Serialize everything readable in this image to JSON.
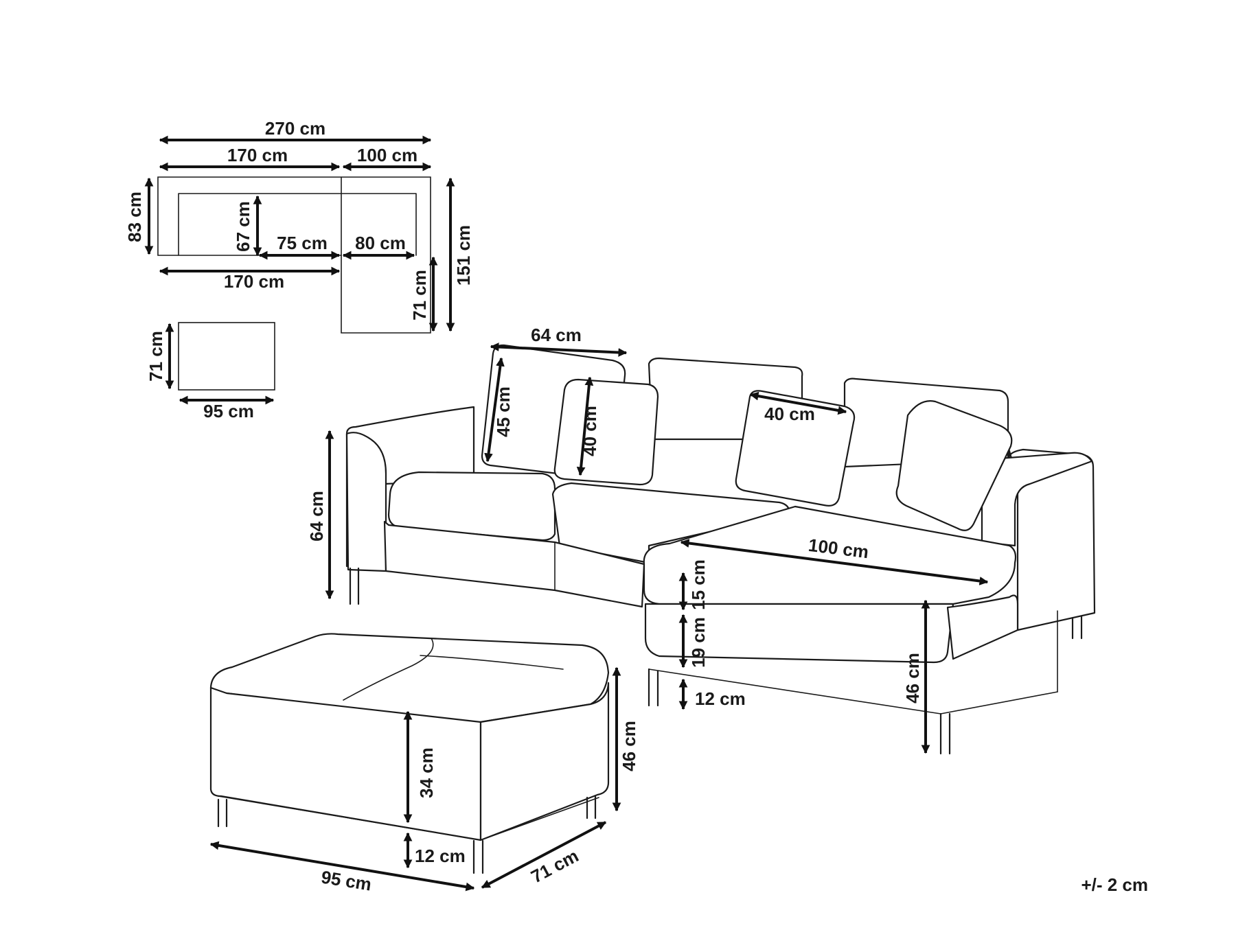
{
  "plan": {
    "total_width": "270 cm",
    "sofa_width": "170 cm",
    "chaise_width": "100 cm",
    "sofa_depth": "83 cm",
    "seat_depth": "67 cm",
    "seat_width_left": "75 cm",
    "seat_width_right": "80 cm",
    "sofa_width_front": "170 cm",
    "total_depth": "151 cm",
    "chaise_extension": "71 cm"
  },
  "ottoman_plan": {
    "depth": "71 cm",
    "width": "95 cm"
  },
  "sofa": {
    "cushion_width": "64 cm",
    "cushion_height": "45 cm",
    "small_cushion_height": "40 cm",
    "small_cushion_width": "40 cm",
    "back_height": "64 cm",
    "chaise_length": "100 cm",
    "cushion_thickness": "15 cm",
    "base_height": "19 cm",
    "leg_height": "12 cm",
    "seat_height": "46 cm"
  },
  "ottoman": {
    "body_height": "34 cm",
    "total_height": "46 cm",
    "leg_height": "12 cm",
    "width": "95 cm",
    "depth": "71 cm"
  },
  "tolerance": "+/- 2 cm"
}
